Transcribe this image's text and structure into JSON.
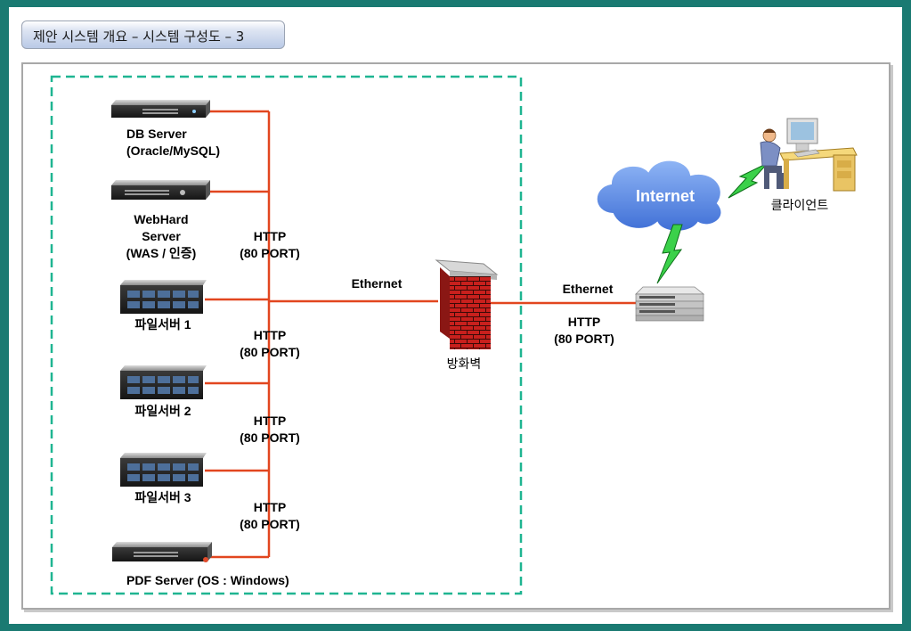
{
  "title": "제안 시스템 개요 – 시스템 구성도 – 3",
  "servers": {
    "db": [
      "DB Server",
      "(Oracle/MySQL)"
    ],
    "webhard": [
      "WebHard",
      "Server",
      "(WAS / 인증)"
    ],
    "file1": "파일서버 1",
    "file2": "파일서버 2",
    "file3": "파일서버 3",
    "pdf": "PDF Server (OS : Windows)"
  },
  "links": {
    "http1": [
      "HTTP",
      "(80 PORT)"
    ],
    "http2": [
      "HTTP",
      "(80 PORT)"
    ],
    "http3": [
      "HTTP",
      "(80 PORT)"
    ],
    "http4": [
      "HTTP",
      "(80 PORT)"
    ],
    "ethernet_left": "Ethernet",
    "ethernet_right": "Ethernet",
    "http_right": [
      "HTTP",
      "(80 PORT)"
    ]
  },
  "firewall": "방화벽",
  "internet": "Internet",
  "client": "클라이언트",
  "colors": {
    "link": "#e2461f",
    "zone_border": "#1fb591",
    "cloud": "#5b8fe6",
    "firewall": "#c8201d",
    "frame": "#1a7a72"
  }
}
